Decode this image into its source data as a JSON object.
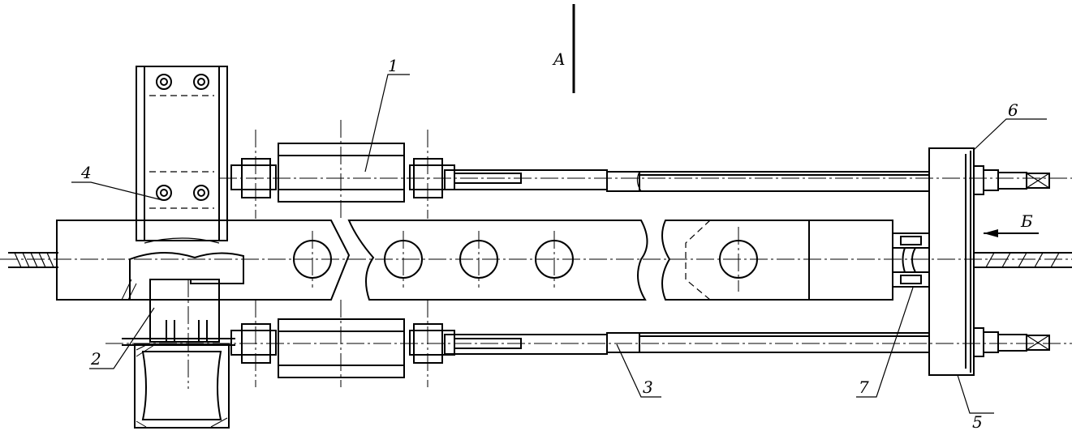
{
  "view": {
    "section_label": "A",
    "direction_label": "Б"
  },
  "callouts": [
    {
      "id": "1",
      "text": "1"
    },
    {
      "id": "2",
      "text": "2"
    },
    {
      "id": "3",
      "text": "3"
    },
    {
      "id": "4",
      "text": "4"
    },
    {
      "id": "5",
      "text": "5"
    },
    {
      "id": "6",
      "text": "6"
    },
    {
      "id": "7",
      "text": "7"
    }
  ]
}
